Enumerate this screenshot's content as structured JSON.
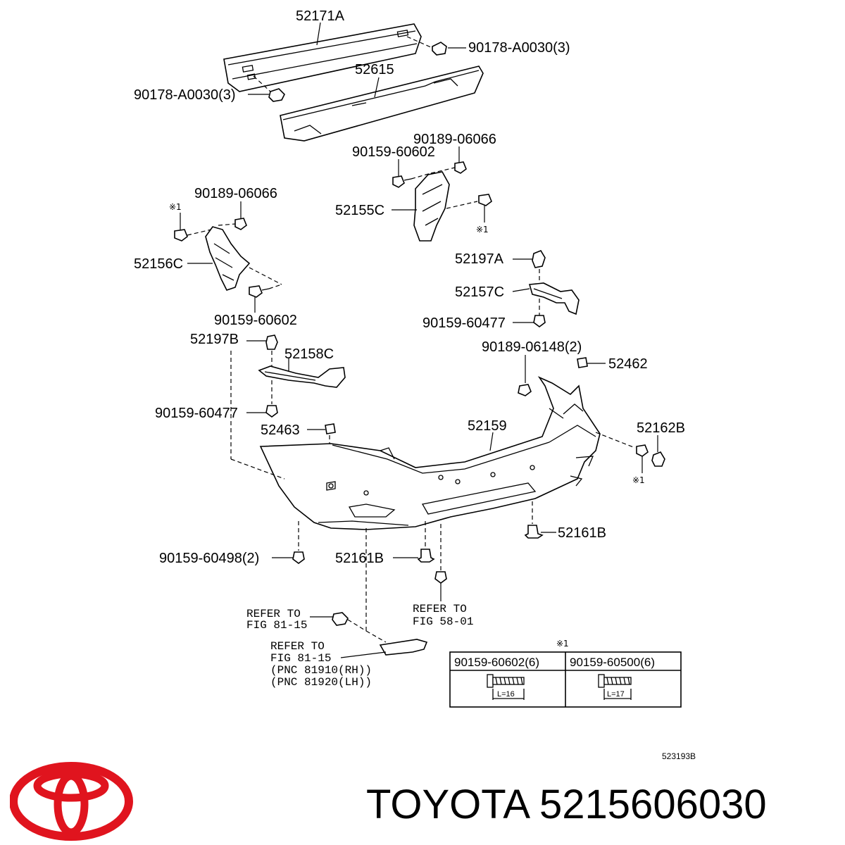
{
  "diagram": {
    "labels": {
      "p52171A": "52171A",
      "p90178_right": "90178-A0030(3)",
      "p52615": "52615",
      "p90178_left": "90178-A0030(3)",
      "p90189_06066_center": "90189-06066",
      "p90159_60602_center": "90159-60602",
      "p52155C": "52155C",
      "mark1_right_bracket": "※1",
      "mark1_left_bracket": "※1",
      "p90189_06066_left": "90189-06066",
      "p52156C": "52156C",
      "p90159_60602_left": "90159-60602",
      "p52197A": "52197A",
      "p52157C": "52157C",
      "p90159_60477_right": "90159-60477",
      "p52197B": "52197B",
      "p52158C": "52158C",
      "p90189_06148": "90189-06148(2)",
      "p52462": "52462",
      "p90159_60477_left": "90159-60477",
      "p52463": "52463",
      "p52159": "52159",
      "p52162B": "52162B",
      "mark1_bumper": "※1",
      "p52161B_right": "52161B",
      "p90159_60498": "90159-60498(2)",
      "p52161B_left": "52161B"
    },
    "refers": {
      "ref_a_line1": "REFER TO",
      "ref_a_line2": "FIG 81-15",
      "ref_b_line1": "REFER TO",
      "ref_b_line2": "FIG 58-01",
      "ref_c_line1": "REFER TO",
      "ref_c_line2": "FIG 81-15",
      "ref_c_line3": "(PNC 81910(RH))",
      "ref_c_line4": "(PNC 81920(LH))"
    },
    "table": {
      "mark": "※1",
      "col1_header": "90159-60602(6)",
      "col2_header": "90159-60500(6)",
      "col1_length": "L=16",
      "col2_length": "L=17"
    },
    "figure_code": "523193B"
  },
  "brand": {
    "name": "TOYOTA",
    "part_number": "5215606030",
    "logo_color": "#e0141e"
  }
}
